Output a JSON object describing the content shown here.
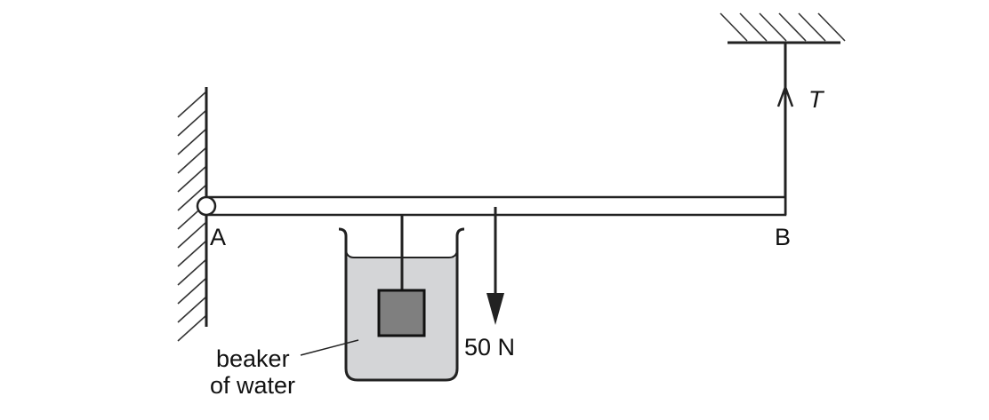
{
  "labels": {
    "point_a": "A",
    "point_b": "B",
    "tension": "T",
    "weight": "50 N",
    "beaker_line1": "beaker",
    "beaker_line2": "of water"
  },
  "colors": {
    "ink": "#222222",
    "water": "#d4d5d7",
    "block": "#7f7f7f"
  }
}
